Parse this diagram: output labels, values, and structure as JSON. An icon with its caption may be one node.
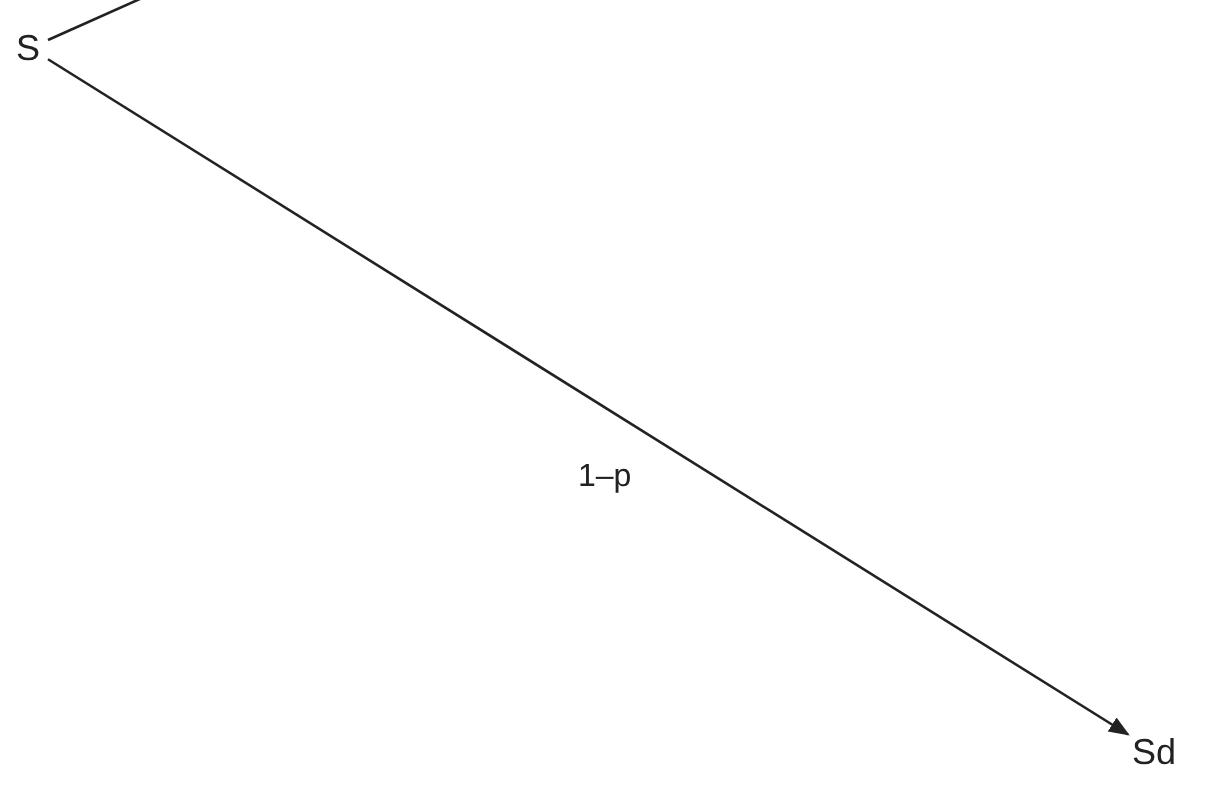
{
  "diagram": {
    "nodes": [
      {
        "text": [
          "S"
        ]
      },
      {
        "text": [
          "Sd"
        ]
      }
    ],
    "edges": [
      {
        "from": 0,
        "to": null,
        "arrow": "none"
      },
      {
        "from": 0,
        "to": 1,
        "arrow": "to",
        "label": "1–p"
      }
    ]
  }
}
